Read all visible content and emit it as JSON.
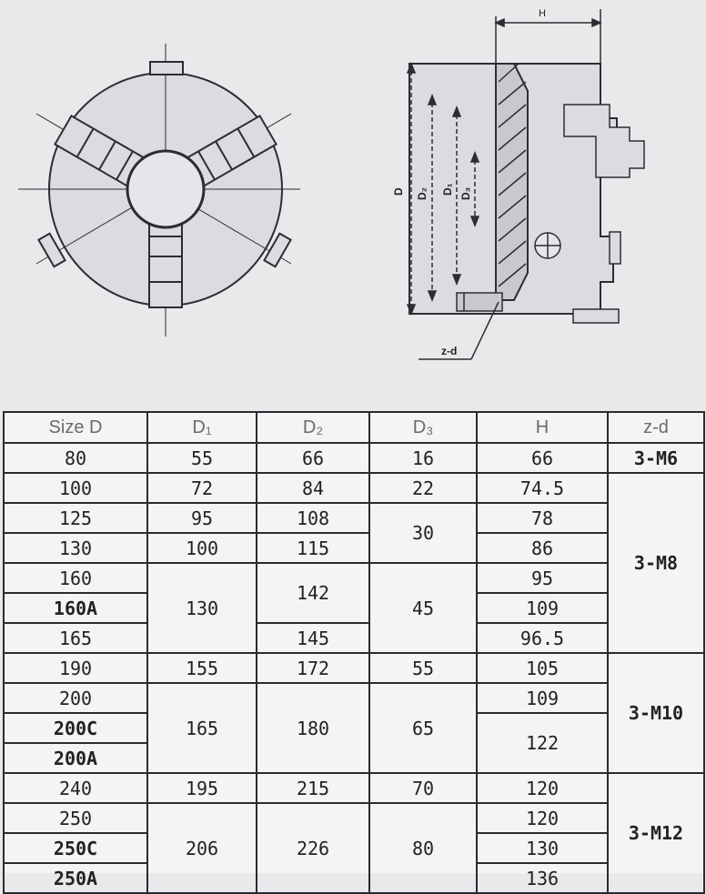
{
  "drawing": {
    "side_labels": {
      "H": "H",
      "D": "D",
      "D2": "D₂",
      "D1": "D₁",
      "D3": "D₃",
      "zd": "z-d"
    }
  },
  "table": {
    "headers": [
      "Size D",
      "D₁",
      "D₂",
      "D₃",
      "H",
      "z-d"
    ],
    "rows": [
      [
        "80",
        "55",
        "66",
        "16",
        "66",
        "3-M6"
      ],
      [
        "100",
        "72",
        "84",
        "22",
        "74.5",
        "3-M8"
      ],
      [
        "125",
        "95",
        "108",
        "30",
        "78",
        ""
      ],
      [
        "130",
        "100",
        "115",
        "",
        "86",
        ""
      ],
      [
        "160",
        "130",
        "142",
        "45",
        "95",
        ""
      ],
      [
        "160A",
        "",
        "",
        "",
        "109",
        ""
      ],
      [
        "165",
        "",
        "145",
        "",
        "96.5",
        ""
      ],
      [
        "190",
        "155",
        "172",
        "55",
        "105",
        "3-M10"
      ],
      [
        "200",
        "165",
        "180",
        "65",
        "109",
        ""
      ],
      [
        "200C",
        "",
        "",
        "",
        "122",
        ""
      ],
      [
        "200A",
        "",
        "",
        "",
        "",
        ""
      ],
      [
        "240",
        "195",
        "215",
        "70",
        "120",
        "3-M12"
      ],
      [
        "250",
        "206",
        "226",
        "80",
        "120",
        ""
      ],
      [
        "250C",
        "",
        "",
        "",
        "130",
        ""
      ],
      [
        "250A",
        "",
        "",
        "",
        "136",
        ""
      ]
    ]
  }
}
